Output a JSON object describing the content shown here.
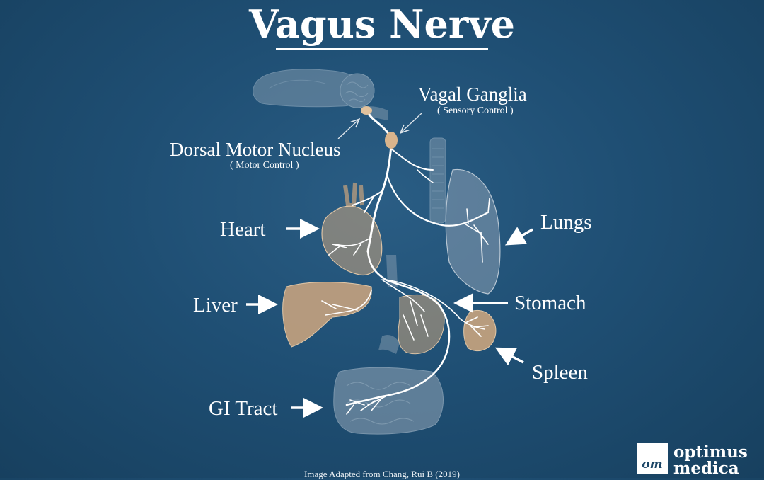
{
  "title": "Vagus Nerve",
  "labels": {
    "vagal_ganglia": "Vagal Ganglia",
    "vagal_ganglia_sub": "( Sensory Control )",
    "dorsal_motor_nucleus": "Dorsal Motor Nucleus",
    "dorsal_motor_nucleus_sub": "( Motor Control )",
    "heart": "Heart",
    "lungs": "Lungs",
    "liver": "Liver",
    "stomach": "Stomach",
    "spleen": "Spleen",
    "gi_tract": "GI Tract"
  },
  "caption": "Image Adapted from Chang, Rui B (2019)",
  "logo": {
    "mark": "om",
    "word1": "optimus",
    "word2": "medica"
  },
  "colors": {
    "background": "#1f4f74",
    "organ_fill": "#c9a47e",
    "organ_ghost": "#7f98ad",
    "nerve": "#ffffff"
  }
}
